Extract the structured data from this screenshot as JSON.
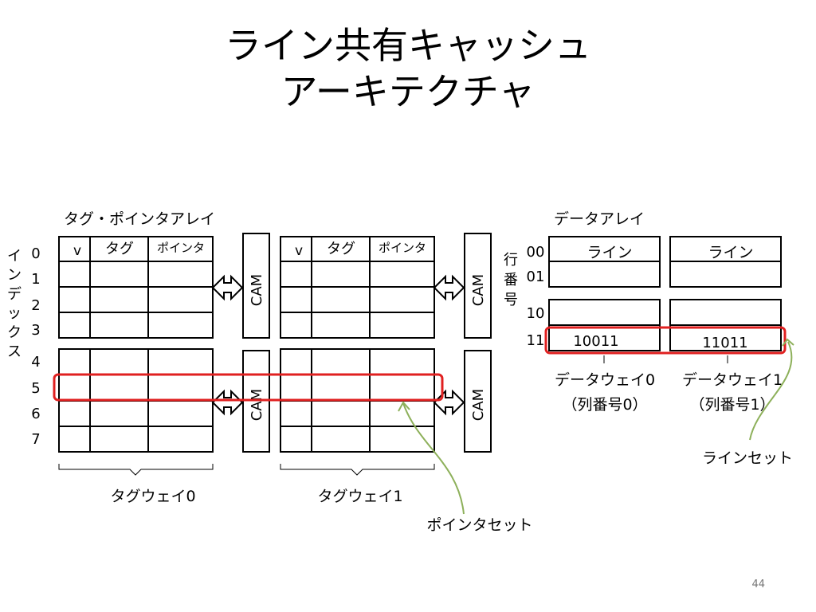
{
  "title": {
    "line1": "ライン共有キャッシュ",
    "line2": "アーキテクチャ"
  },
  "tag_pointer_array": {
    "label": "タグ・ポインタアレイ",
    "index_label": [
      "イ",
      "ン",
      "デ",
      "ッ",
      "ク",
      "ス"
    ],
    "indices": [
      "0",
      "1",
      "2",
      "3",
      "4",
      "5",
      "6",
      "7"
    ],
    "headers": {
      "valid": "v",
      "tag": "タグ",
      "pointer": "ポインタ"
    },
    "ways": [
      "タグウェイ0",
      "タグウェイ1"
    ],
    "cam_label": "CAM",
    "pointer_set_label": "ポインタセット"
  },
  "data_array": {
    "label": "データアレイ",
    "row_number_label": [
      "行",
      "番",
      "号"
    ],
    "row_numbers": [
      "00",
      "01",
      "10",
      "11"
    ],
    "lines": [
      "ライン",
      "ライン"
    ],
    "way0": {
      "value": "10011",
      "name": "データウェイ0",
      "sub": "（列番号0）"
    },
    "way1": {
      "value": "11011",
      "name": "データウェイ1",
      "sub": "（列番号1）"
    },
    "line_set_label": "ラインセット"
  },
  "colors": {
    "highlight": "#e02020",
    "arrow": "#8db05a"
  },
  "page_number": "44"
}
